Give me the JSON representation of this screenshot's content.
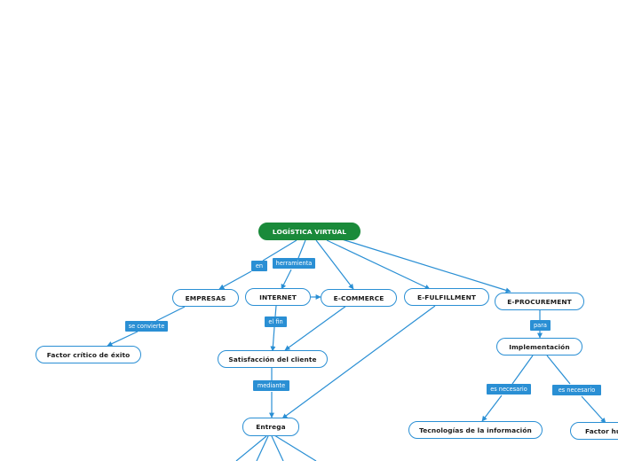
{
  "colors": {
    "accent": "#2a8fd4",
    "root_fill": "#1a8a3a",
    "node_fill": "#ffffff",
    "text": "#1a1a1a",
    "label_text": "#ffffff"
  },
  "nodes": {
    "root": "LOGÍSTICA VIRTUAL",
    "empresas": "EMPRESAS",
    "internet": "INTERNET",
    "ecommerce": "E-COMMERCE",
    "efulfillment": "E-FULFILLMENT",
    "eprocurement": "E-PROCUREMENT",
    "factor_critico": "Factor crítico de éxito",
    "satisfaccion": "Satisfacción del cliente",
    "entrega": "Entrega",
    "implementacion": "Implementación",
    "tecnologias": "Tecnologías de la información",
    "factor_humano": "Factor humano"
  },
  "links": {
    "en": "en",
    "herramienta": "herramienta",
    "se_convierte": "se convierte",
    "el_fin": "el fin",
    "mediante": "mediante",
    "para": "para",
    "es_necesario_1": "es necesario",
    "es_necesario_2": "es necesario"
  }
}
